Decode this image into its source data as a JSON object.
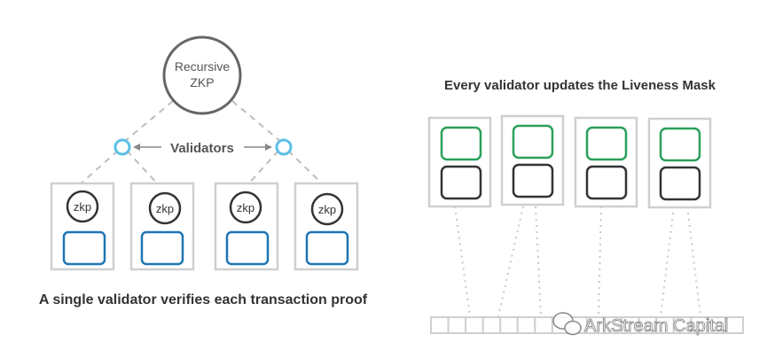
{
  "left": {
    "root_line1": "Recursive",
    "root_line2": "ZKP",
    "validators_label": "Validators",
    "proof_label": "zkp",
    "caption": "A single validator verifies each transaction proof"
  },
  "right": {
    "title": "Every validator updates the Liveness Mask",
    "mask_cell_count": 18
  },
  "watermark": "ArkStream Capital",
  "colors": {
    "node_stroke": "#666666",
    "validator_blue": "#5bc0e8",
    "tx_blue": "#1e75b3",
    "green": "#2aa05a",
    "dark": "#333333",
    "box_gray": "#cfcfcf",
    "dash_gray": "#bdbdbd"
  }
}
